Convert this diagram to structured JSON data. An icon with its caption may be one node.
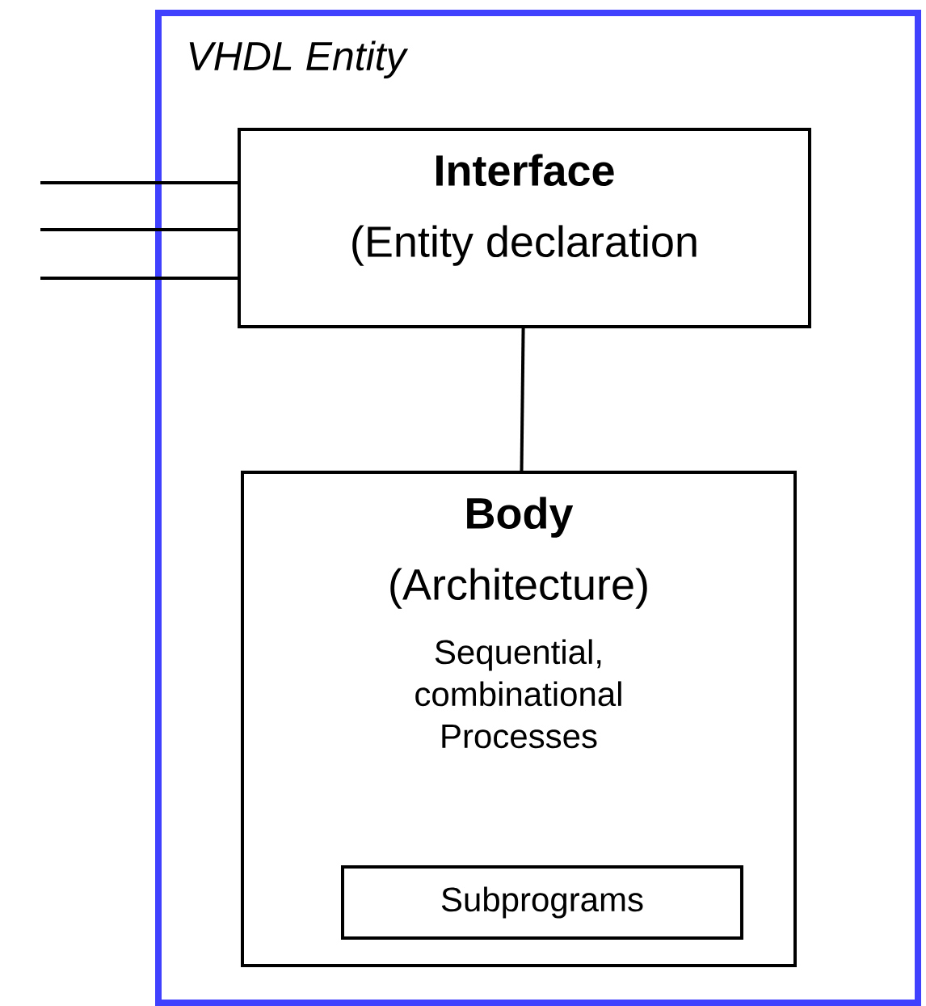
{
  "diagram": {
    "nodes": [
      {
        "text": [
          "VHDL Entity"
        ]
      },
      {
        "text": [
          "Interface",
          "(Entity declaration"
        ],
        "in": 0
      },
      {
        "text": [
          "Body",
          "(Architecture)",
          "Sequential, combinational Processes"
        ],
        "in": 0
      },
      {
        "text": [
          "Subprograms"
        ],
        "in": 2
      }
    ],
    "edges": [
      {
        "from": null,
        "to": 1,
        "arrow": "none"
      },
      {
        "from": null,
        "to": 1,
        "arrow": "none"
      },
      {
        "from": null,
        "to": 1,
        "arrow": "none"
      },
      {
        "from": 1,
        "to": 2,
        "arrow": "none"
      }
    ]
  }
}
